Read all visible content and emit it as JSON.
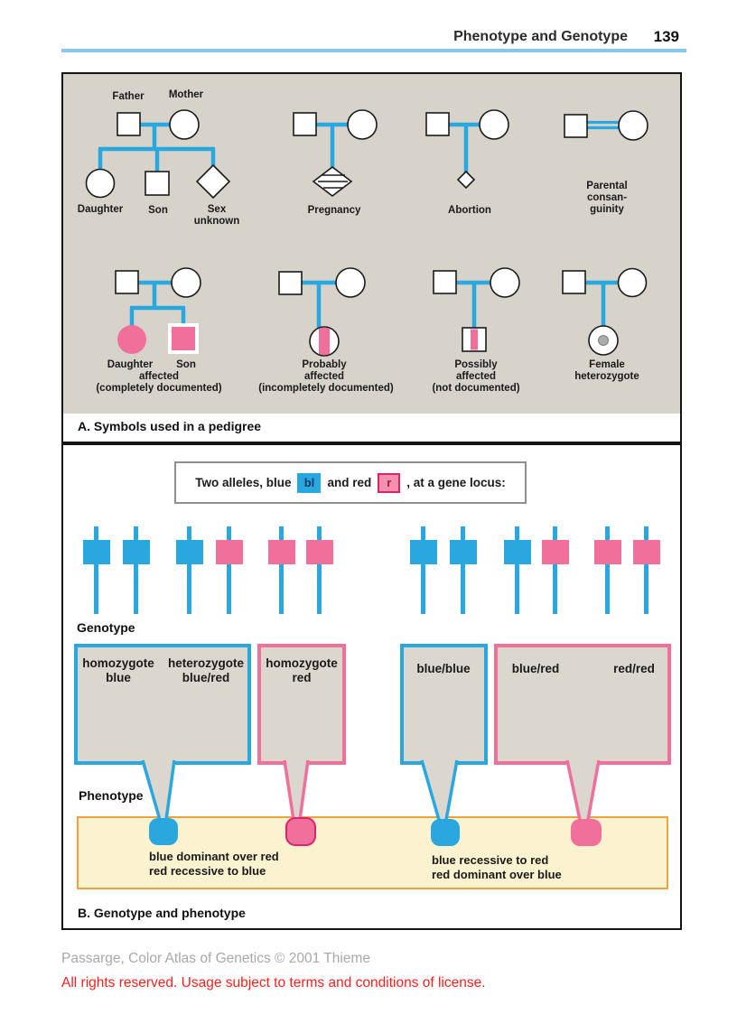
{
  "header": {
    "title": "Phenotype and Genotype",
    "page_number": "139"
  },
  "panel_a": {
    "caption": "A. Symbols used in a pedigree",
    "row1": {
      "father": "Father",
      "mother": "Mother",
      "daughter": "Daughter",
      "son": "Son",
      "sex_unknown": "Sex\nunknown",
      "pregnancy": "Pregnancy",
      "abortion": "Abortion",
      "consanguinity": "Parental\nconsan-\nguinity"
    },
    "row2": {
      "daughter": "Daughter",
      "son": "Son",
      "affected": "affected",
      "completely": "(completely documented)",
      "probably": "Probably\naffected",
      "incompletely": "(incompletely documented)",
      "possibly": "Possibly\naffected",
      "not_documented": "(not documented)",
      "female_het": "Female\nheterozygote"
    }
  },
  "panel_b": {
    "caption": "B. Genotype and phenotype",
    "legend": {
      "part1": "Two alleles, blue",
      "chip_blue": "bl",
      "part2": "and red",
      "chip_red": "r",
      "part3": ", at a gene locus:"
    },
    "genotype_label": "Genotype",
    "phenotype_label": "Phenotype",
    "genotype_boxes": {
      "homozygote_blue": "homozygote\nblue",
      "heterozygote": "heterozygote\nblue/red",
      "homozygote_red": "homozygote\nred",
      "blue_blue": "blue/blue",
      "blue_red": "blue/red",
      "red_red": "red/red"
    },
    "phenotype_left": "blue dominant over red\nred recessive to blue",
    "phenotype_right": "blue recessive to red\nred dominant over blue",
    "chromosomes": {
      "left": [
        "blue",
        "blue",
        "blue",
        "red",
        "red",
        "red"
      ],
      "right": [
        "blue",
        "blue",
        "blue",
        "red",
        "red",
        "red"
      ]
    }
  },
  "footer": {
    "credit": "Passarge, Color Atlas of Genetics © 2001 Thieme",
    "license": "All rights reserved. Usage subject to terms and conditions of license."
  },
  "colors": {
    "blue": "#29A8DF",
    "red": "#F0709B",
    "red_dark": "#D6246E",
    "panel_gray": "#D7D3CB",
    "box_gray": "#DBD7CF",
    "yellow": "#FBF3CF",
    "orange": "#F2A23C",
    "footer_gray": "#A8A8A8",
    "footer_red": "#FF1E1E"
  }
}
